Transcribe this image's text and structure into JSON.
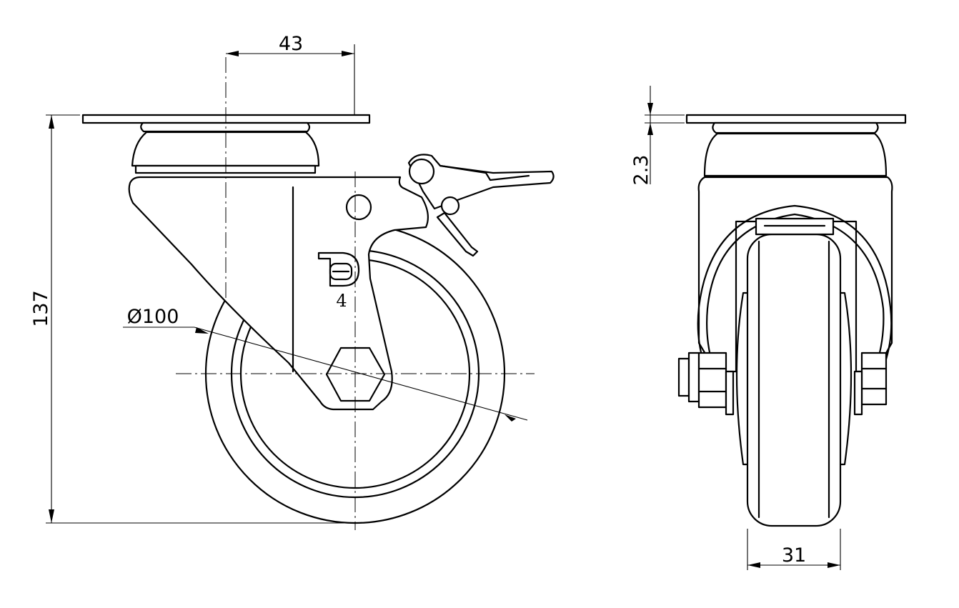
{
  "dimensions": {
    "offset": "43",
    "height": "137",
    "wheel_diameter": "Ø100",
    "plate_thickness": "2.3",
    "wheel_width": "31"
  },
  "logo": {
    "mark_number": "4"
  },
  "colors": {
    "line": "#000000",
    "background": "#ffffff"
  }
}
